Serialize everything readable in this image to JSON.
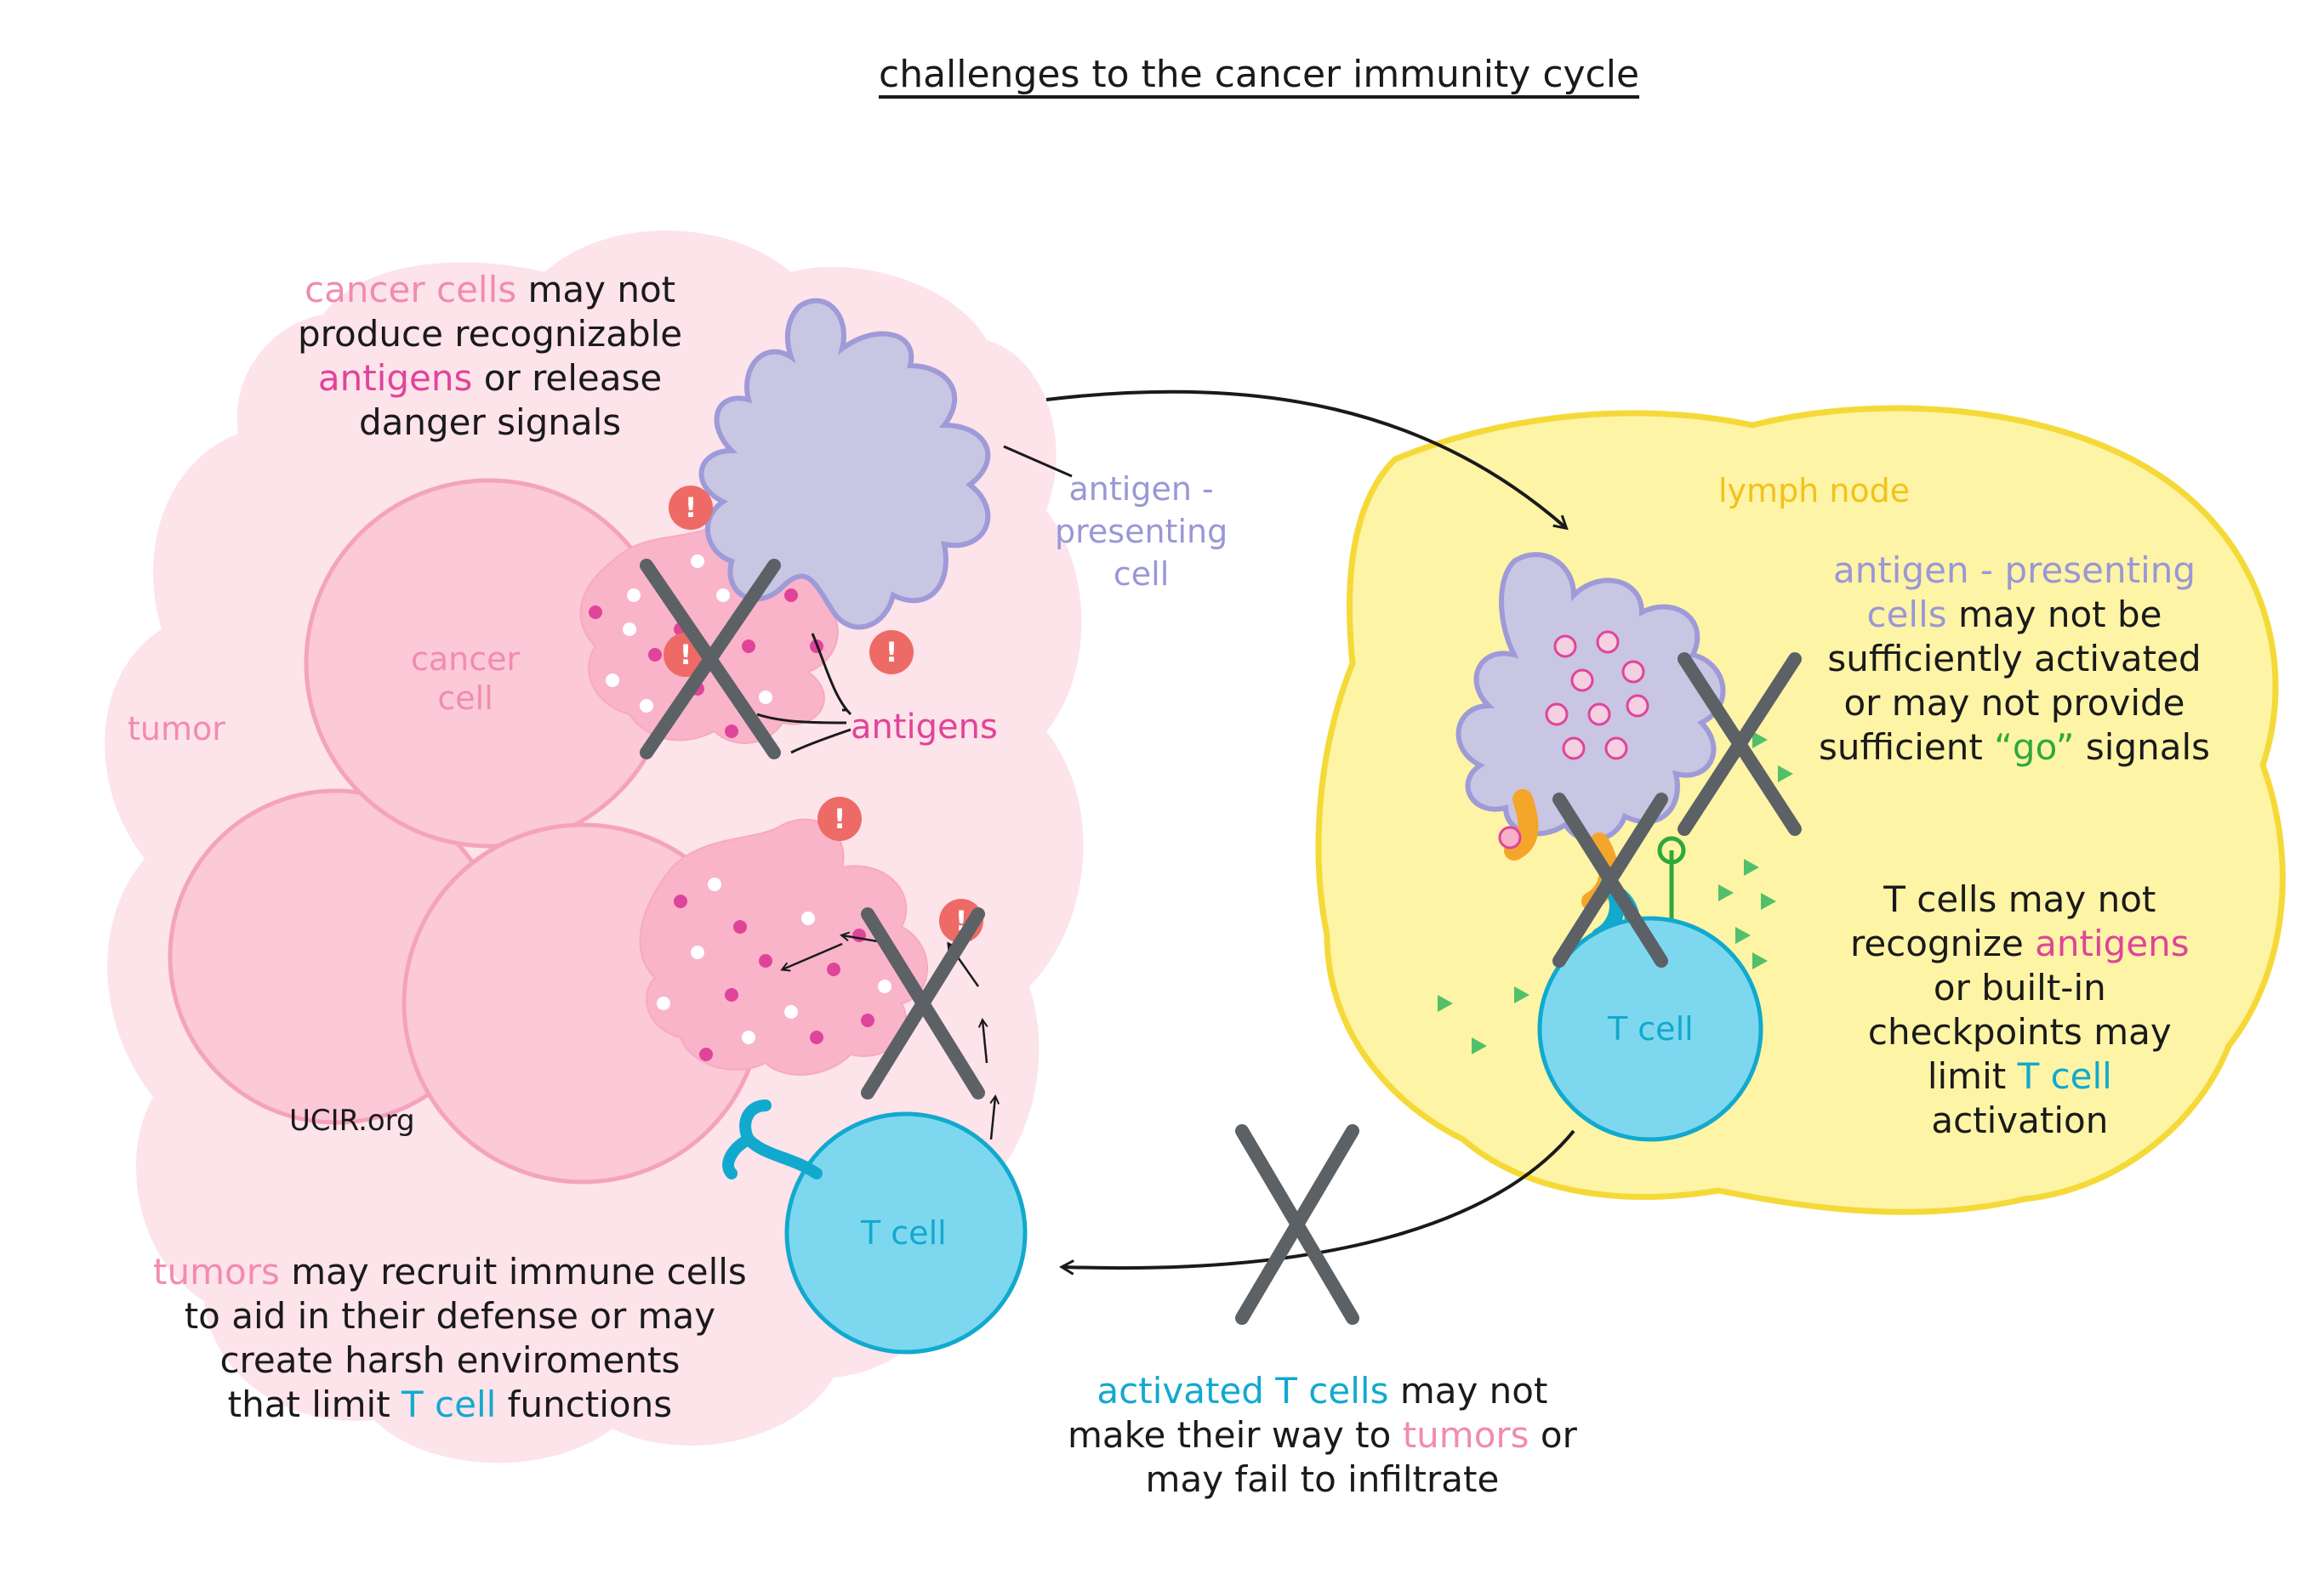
{
  "title": "challenges to the cancer immunity cycle",
  "labels": {
    "tumor": "tumor",
    "cancer_cell": [
      "cancer",
      "cell"
    ],
    "apc": [
      "antigen -",
      "presenting",
      "cell"
    ],
    "antigens": "antigens",
    "lymph_node": "lymph node",
    "t_cell_left": "T cell",
    "t_cell_right": "T cell",
    "watermark": "UCIR.org"
  },
  "captions": {
    "cancer_antigens": [
      [
        {
          "t": "cancer cells",
          "c": "pink"
        },
        {
          "t": " may not"
        }
      ],
      [
        {
          "t": "produce  recognizable"
        }
      ],
      [
        {
          "t": "antigens",
          "c": "magenta"
        },
        {
          "t": " or release"
        }
      ],
      [
        {
          "t": "danger signals"
        }
      ]
    ],
    "apc_activation": [
      [
        {
          "t": "antigen - presenting",
          "c": "lav"
        }
      ],
      [
        {
          "t": "cells",
          "c": "lav"
        },
        {
          "t": " may not be"
        }
      ],
      [
        {
          "t": "sufficiently activated"
        }
      ],
      [
        {
          "t": "or may not provide"
        }
      ],
      [
        {
          "t": "sufficient "
        },
        {
          "t": "“go”",
          "c": "green"
        },
        {
          "t": " signals"
        }
      ]
    ],
    "tcell_recognition": [
      [
        {
          "t": "T cells may not"
        }
      ],
      [
        {
          "t": "recognize "
        },
        {
          "t": "antigens",
          "c": "magenta"
        }
      ],
      [
        {
          "t": "or built-in"
        }
      ],
      [
        {
          "t": "checkpoints may"
        }
      ],
      [
        {
          "t": "limit "
        },
        {
          "t": "T cell",
          "c": "cyan"
        }
      ],
      [
        {
          "t": "activation"
        }
      ]
    ],
    "tumor_defense": [
      [
        {
          "t": "tumors",
          "c": "pink"
        },
        {
          "t": " may recruit immune cells"
        }
      ],
      [
        {
          "t": "to aid in  their defense or may"
        }
      ],
      [
        {
          "t": "create harsh enviroments"
        }
      ],
      [
        {
          "t": "that limit "
        },
        {
          "t": "T cell",
          "c": "cyan"
        },
        {
          "t": "  functions"
        }
      ]
    ],
    "tcell_migration": [
      [
        {
          "t": "activated  T cells",
          "c": "cyan"
        },
        {
          "t": " may not"
        }
      ],
      [
        {
          "t": "make their way to "
        },
        {
          "t": "tumors",
          "c": "pink"
        },
        {
          "t": " or"
        }
      ],
      [
        {
          "t": "may fail to infiltrate"
        }
      ]
    ]
  },
  "colors": {
    "tumor_bg": "#fde3ea",
    "cancer_cell_fill": "#fbc9d7",
    "cancer_cell_stroke": "#f4a3bc",
    "apc_fill": "#c8c6e2",
    "apc_stroke": "#9f9ad8",
    "lymph_fill": "#fdf4a6",
    "lymph_stroke": "#f5d938",
    "tcell_fill": "#7dd8ef",
    "tcell_stroke": "#12a9cf",
    "antigen_dot": "#e0449a",
    "alert": "#ee6a66",
    "cross": "#5c6166",
    "go_signal": "#52c06a"
  }
}
